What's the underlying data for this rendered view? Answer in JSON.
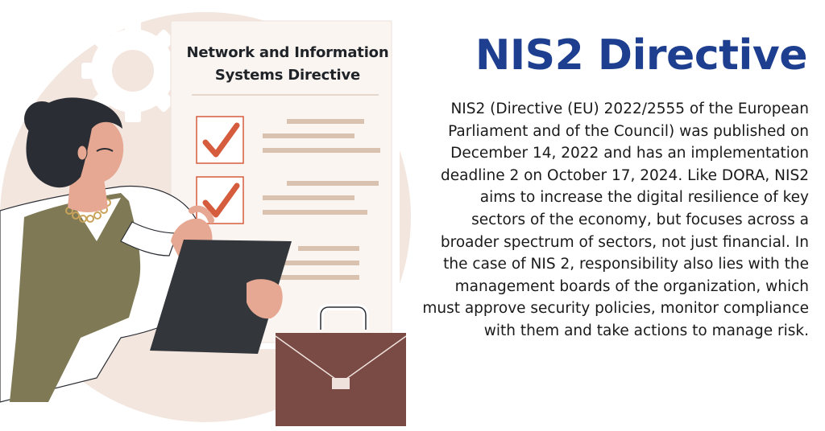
{
  "document": {
    "title_line1": "Network and Information",
    "title_line2": "Systems Directive"
  },
  "heading": "NIS2 Directive",
  "body": "NIS2 (Directive (EU) 2022/2555 of the European Parliament and of the Council) was published on December 14, 2022 and has an implementation deadline 2 on October 17, 2024. Like DORA, NIS2 aims to increase the digital resilience of key sectors of the economy, but focuses across a broader spectrum of sectors, not just financial. In the case of NIS 2, responsibility also lies with the management boards of the organization, which must approve security policies, monitor compliance with them and take actions to manage risk.",
  "colors": {
    "heading": "#1e3f8f",
    "backdrop": "#f3e6df",
    "check": "#d65c3e",
    "briefcase": "#7a4a45",
    "tablet": "#33363b",
    "vest": "#7f7a55",
    "skin": "#e6a892"
  },
  "icons": [
    "gear-icon",
    "checkmark-icon",
    "briefcase-icon"
  ]
}
